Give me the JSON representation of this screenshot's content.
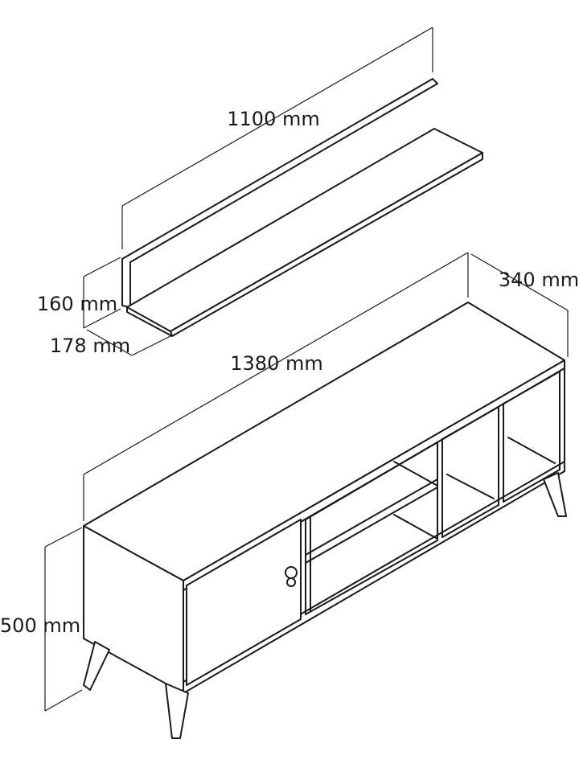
{
  "dimensions": {
    "shelf_width": "1100 mm",
    "shelf_height": "160 mm",
    "shelf_depth": "178 mm",
    "cabinet_width": "1380 mm",
    "cabinet_depth": "340 mm",
    "cabinet_height": "500 mm"
  }
}
